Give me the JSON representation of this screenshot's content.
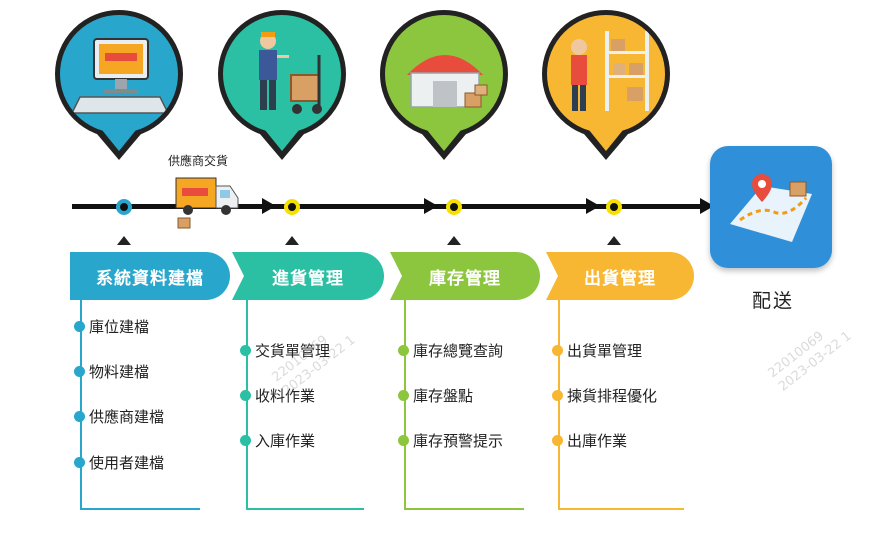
{
  "colors": {
    "blue": "#29a6cc",
    "teal": "#2bbfa4",
    "green": "#8cc63f",
    "yellow": "#f7b733",
    "app_bg": "#2f8fd8"
  },
  "bubbles": [
    {
      "icon": "computer-order-icon",
      "color": "#29a6cc"
    },
    {
      "icon": "worker-handcart-icon",
      "color": "#2bbfa4"
    },
    {
      "icon": "warehouse-icon",
      "color": "#8cc63f"
    },
    {
      "icon": "shelf-picking-icon",
      "color": "#f7b733"
    }
  ],
  "supplier_delivery_label": "供應商交貨",
  "final_step": {
    "icon": "map-delivery-app-icon",
    "label": "配送"
  },
  "stages": [
    {
      "title": "系統資料建檔",
      "color": "#29a6cc",
      "items": [
        "庫位建檔",
        "物料建檔",
        "供應商建檔",
        "使用者建檔"
      ]
    },
    {
      "title": "進貨管理",
      "color": "#2bbfa4",
      "items": [
        "交貨單管理",
        "收料作業",
        "入庫作業"
      ]
    },
    {
      "title": "庫存管理",
      "color": "#8cc63f",
      "items": [
        "庫存總覽查詢",
        "庫存盤點",
        "庫存預警提示"
      ]
    },
    {
      "title": "出貨管理",
      "color": "#f7b733",
      "items": [
        "出貨單管理",
        "揀貨排程優化",
        "出庫作業"
      ]
    }
  ],
  "watermarks": [
    {
      "line1": "22010069",
      "line2": "2023-03-22 1"
    },
    {
      "line1": "22010069",
      "line2": "2023-03-22 1"
    }
  ]
}
